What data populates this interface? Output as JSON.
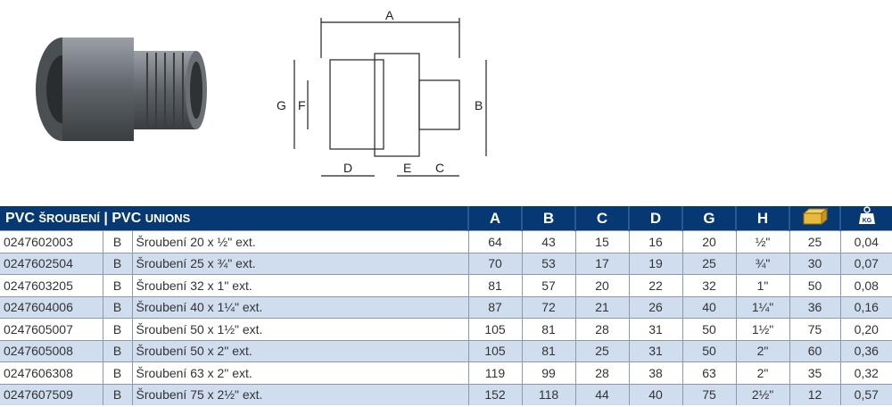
{
  "header": {
    "title_main": "PVC ",
    "title_small": "ŠROUBENÍ",
    "sep": " | ",
    "title_main2": "PVC ",
    "title_small2": "UNIONS",
    "columns": [
      "A",
      "B",
      "C",
      "D",
      "G",
      "H"
    ],
    "pack_icon": "box-icon",
    "weight_icon": "kg-weight-icon",
    "weight_label": "KG"
  },
  "drawing_labels": {
    "A": "A",
    "B": "B",
    "C": "C",
    "D": "D",
    "E": "E",
    "F": "F",
    "G": "G"
  },
  "rows": [
    [
      "0247602003",
      "B",
      "Šroubení 20 x ½\" ext.",
      "64",
      "43",
      "15",
      "16",
      "20",
      "½\"",
      "25",
      "0,04"
    ],
    [
      "0247602504",
      "B",
      "Šroubení 25 x ¾\" ext.",
      "70",
      "53",
      "17",
      "19",
      "25",
      "¾\"",
      "30",
      "0,07"
    ],
    [
      "0247603205",
      "B",
      "Šroubení 32 x 1\" ext.",
      "81",
      "57",
      "20",
      "22",
      "32",
      "1\"",
      "50",
      "0,08"
    ],
    [
      "0247604006",
      "B",
      "Šroubení 40 x 1¼\" ext.",
      "87",
      "72",
      "21",
      "26",
      "40",
      "1¼\"",
      "36",
      "0,16"
    ],
    [
      "0247605007",
      "B",
      "Šroubení 50 x 1½\" ext.",
      "105",
      "81",
      "28",
      "31",
      "50",
      "1½\"",
      "75",
      "0,20"
    ],
    [
      "0247605008",
      "B",
      "Šroubení 50 x 2\" ext.",
      "105",
      "81",
      "25",
      "31",
      "50",
      "2\"",
      "60",
      "0,36"
    ],
    [
      "0247606308",
      "B",
      "Šroubení 63 x 2\" ext.",
      "119",
      "99",
      "28",
      "38",
      "63",
      "2\"",
      "35",
      "0,32"
    ],
    [
      "0247607509",
      "B",
      "Šroubení 75 x 2½\" ext.",
      "152",
      "118",
      "44",
      "40",
      "75",
      "2½\"",
      "12",
      "0,57"
    ]
  ]
}
